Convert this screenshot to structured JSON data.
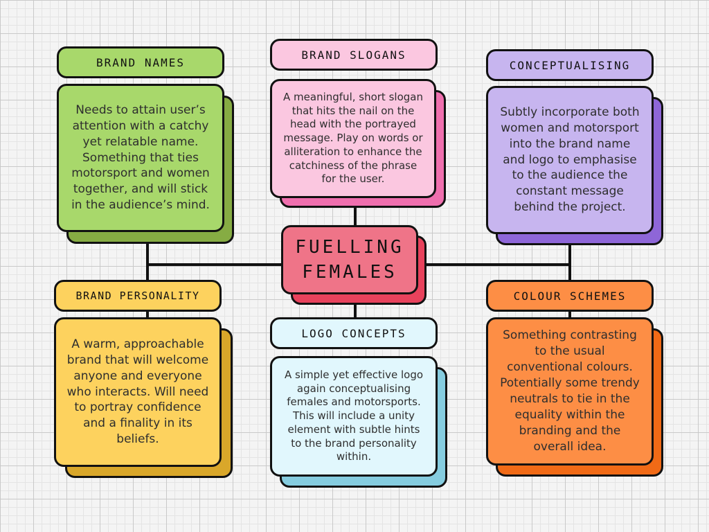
{
  "center": {
    "title": "FUELLING FEMALES",
    "color": "#ef7488",
    "shadow": "#e8425c"
  },
  "nodes": [
    {
      "id": "brand-names",
      "label": "BRAND NAMES",
      "text": "Needs to attain user’s attention with a catchy yet relatable name. Something that ties motorsport and women together, and will stick in the audience’s mind.",
      "color": "#a8d86b",
      "shadow": "#86ac43"
    },
    {
      "id": "brand-slogans",
      "label": "BRAND SLOGANS",
      "text": "A meaningful, short slogan that hits the nail on the head with the portrayed message. Play on words or alliteration to enhance the catchiness of the phrase for the user.",
      "color": "#fbc7e0",
      "shadow": "#ef6fae"
    },
    {
      "id": "conceptualising",
      "label": "CONCEPTUALISING",
      "text": "Subtly incorporate both women and motorsport into the brand name and logo to emphasise to the audience the constant message behind the project.",
      "color": "#c7b5ef",
      "shadow": "#8e66d8"
    },
    {
      "id": "brand-personality",
      "label": "BRAND PERSONALITY",
      "text": "A warm, approachable brand that will welcome anyone and everyone who interacts. Will need to portray confidence and a finality in its beliefs.",
      "color": "#fdd25e",
      "shadow": "#d9a72a"
    },
    {
      "id": "logo-concepts",
      "label": "LOGO CONCEPTS",
      "text": "A simple yet effective logo again conceptualising females and motorsports. This will include a unity element with subtle hints to the brand personality within.",
      "color": "#e1f7fd",
      "shadow": "#85ccdf"
    },
    {
      "id": "colour-schemes",
      "label": "COLOUR SCHEMES",
      "text": "Something contrasting to the usual conventional colours. Potentially some trendy neutrals to tie in the equality within the branding and the overall idea.",
      "color": "#fd8e45",
      "shadow": "#f16a16"
    }
  ]
}
